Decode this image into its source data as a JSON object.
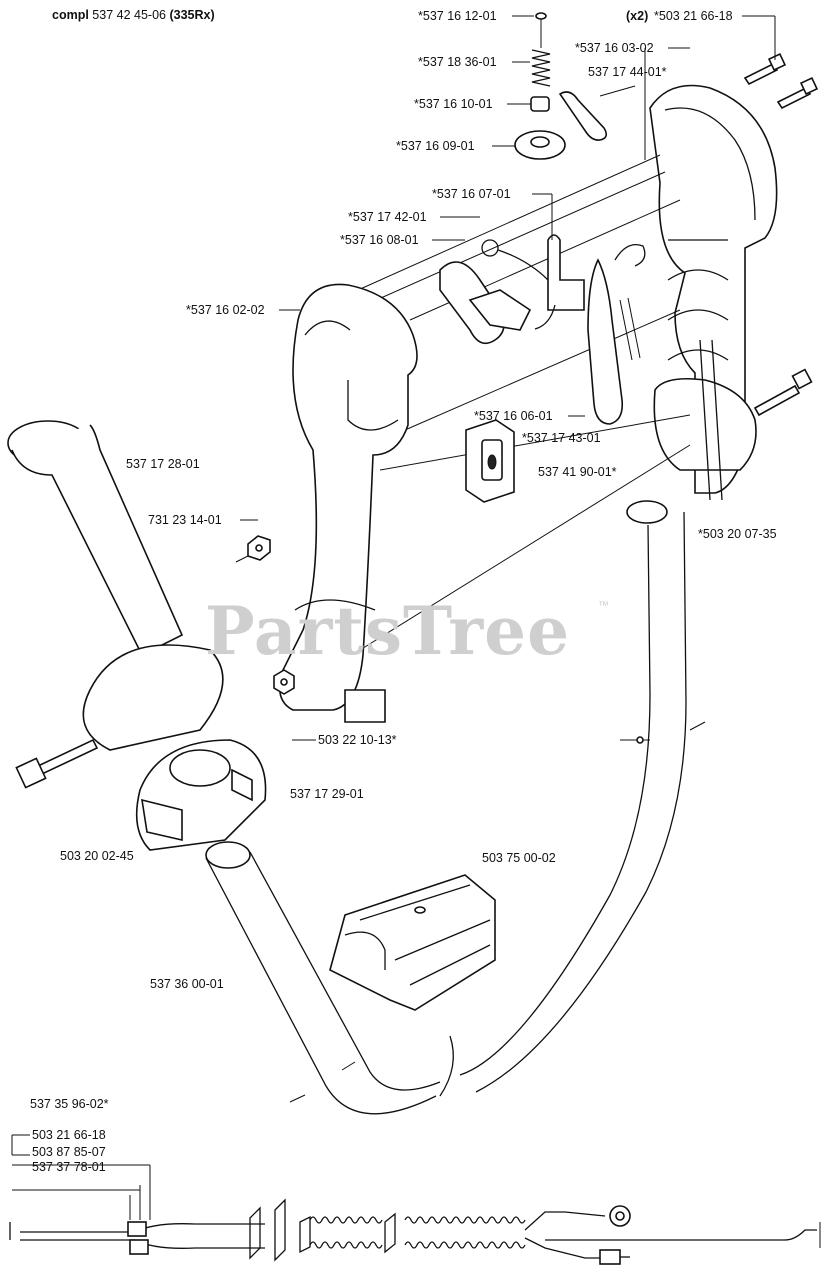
{
  "header": {
    "assembly_prefix": "compl",
    "assembly_number": "537 42 45-06",
    "assembly_model": "(335Rx)"
  },
  "watermark": {
    "text": "PartsTree",
    "tm": "™"
  },
  "parts": {
    "p_537161201": "*537 16 12-01",
    "p_x2": "(x2)",
    "p_503216618_top": "*503 21 66-18",
    "p_537160302": "*537 16 03-02",
    "p_537183601": "*537 18 36-01",
    "p_537174401": "537 17 44-01*",
    "p_537161001": "*537 16 10-01",
    "p_537160901": "*537 16 09-01",
    "p_537160701": "*537 16 07-01",
    "p_537174201": "*537 17 42-01",
    "p_537160801": "*537 16 08-01",
    "p_537160202": "*537 16 02-02",
    "p_537160601": "*537 16 06-01",
    "p_537174301": "*537 17 43-01",
    "p_537172801": "537 17 28-01",
    "p_537419001": "537 41 90-01*",
    "p_731231401": "731 23 14-01",
    "p_503200735": "*503 20 07-35",
    "p_503221013": "503 22 10-13*",
    "p_537172901": "537 17 29-01",
    "p_503200245": "503 20 02-45",
    "p_503750002": "503 75 00-02",
    "p_537360001": "537 36 00-01",
    "p_537359602": "537 35 96-02*",
    "p_503216618_bot": "503 21 66-18",
    "p_503878507": "503 87 85-07",
    "p_537377801": "537 37 78-01"
  },
  "colors": {
    "line": "#111111",
    "watermark": "#cfcfcf",
    "background": "#ffffff"
  }
}
